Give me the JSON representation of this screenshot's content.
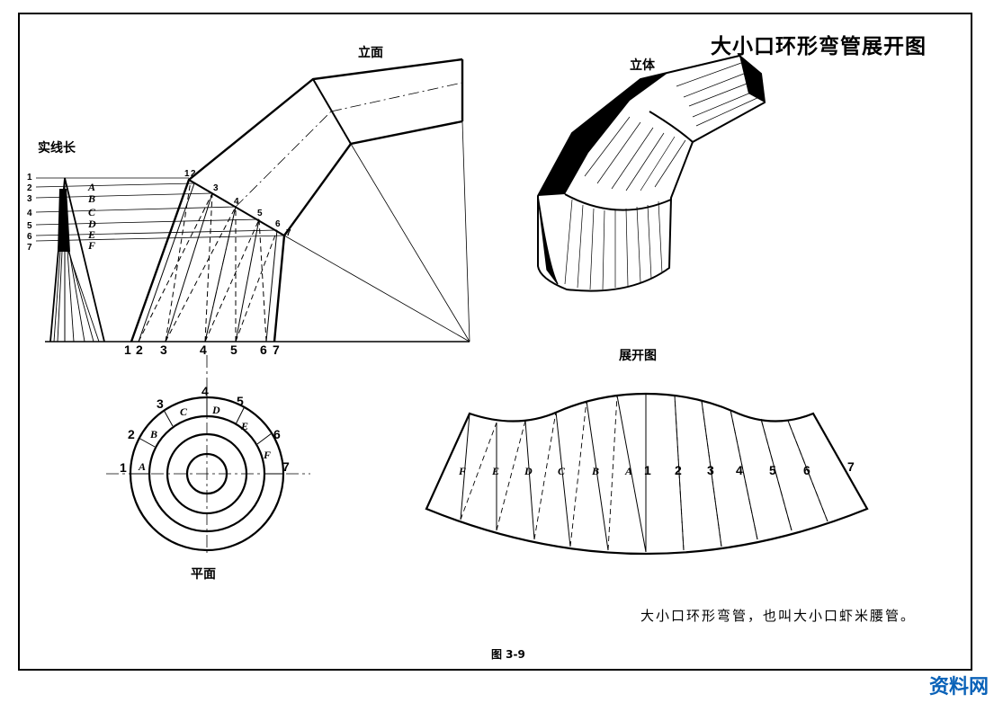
{
  "title": "大小口环形弯管展开图",
  "labels": {
    "elevation": "立面",
    "solid": "立体",
    "true_length": "实线长",
    "plan": "平面",
    "development": "展开图"
  },
  "caption": "大小口环形弯管，也叫大小口虾米腰管。",
  "figure_number": "图 3-9",
  "watermark": {
    "text": "资料网",
    "url": "ZL.XS1616.com",
    "color": "#0a62b8"
  },
  "point_numbers": [
    "1",
    "2",
    "3",
    "4",
    "5",
    "6",
    "7"
  ],
  "point_letters": [
    "A",
    "B",
    "C",
    "D",
    "E",
    "F"
  ],
  "development_labels": [
    "F",
    "E",
    "D",
    "C",
    "B",
    "A",
    "1",
    "2",
    "3",
    "4",
    "5",
    "6",
    "7"
  ]
}
